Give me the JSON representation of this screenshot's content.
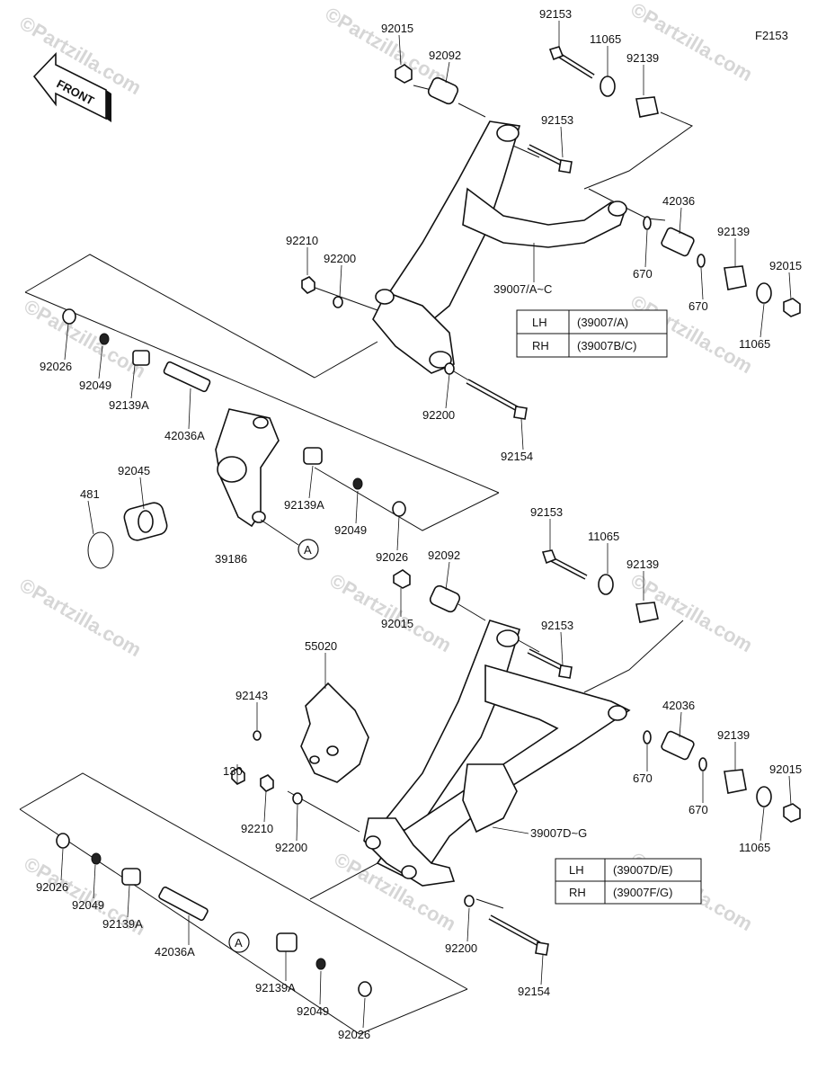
{
  "diagram_code": "F2153",
  "front_label": "FRONT",
  "watermark": "©Partzilla.com",
  "callout_a": "A",
  "tables": [
    {
      "rows": [
        {
          "side": "LH",
          "code": "(39007/A)"
        },
        {
          "side": "RH",
          "code": "(39007B/C)"
        }
      ]
    },
    {
      "rows": [
        {
          "side": "LH",
          "code": "(39007D/E)"
        },
        {
          "side": "RH",
          "code": "(39007F/G)"
        }
      ]
    }
  ],
  "labels": {
    "l1": "92015",
    "l2": "92092",
    "l3": "92153",
    "l4": "11065",
    "l5": "92139",
    "l6": "92153",
    "l7": "42036",
    "l8": "92139",
    "l9": "92015",
    "l10": "670",
    "l11": "670",
    "l12": "11065",
    "l13": "39007/A~C",
    "l14": "92210",
    "l15": "92200",
    "l16": "92026",
    "l17": "92049",
    "l18": "92139A",
    "l19": "42036A",
    "l20": "92200",
    "l21": "92154",
    "l22": "92045",
    "l23": "481",
    "l24": "39186",
    "l25": "92139A",
    "l26": "92049",
    "l27": "92026",
    "l28": "92153",
    "l29": "11065",
    "l30": "92092",
    "l31": "92139",
    "l32": "92015",
    "l33": "92153",
    "l34": "55020",
    "l35": "92143",
    "l36": "130",
    "l37": "42036",
    "l38": "92139",
    "l39": "670",
    "l40": "92015",
    "l41": "670",
    "l42": "11065",
    "l43": "92210",
    "l44": "92200",
    "l45": "39007D~G",
    "l46": "92026",
    "l47": "92049",
    "l48": "92139A",
    "l49": "42036A",
    "l50": "92200",
    "l51": "92154",
    "l52": "92139A",
    "l53": "92049",
    "l54": "92026"
  }
}
